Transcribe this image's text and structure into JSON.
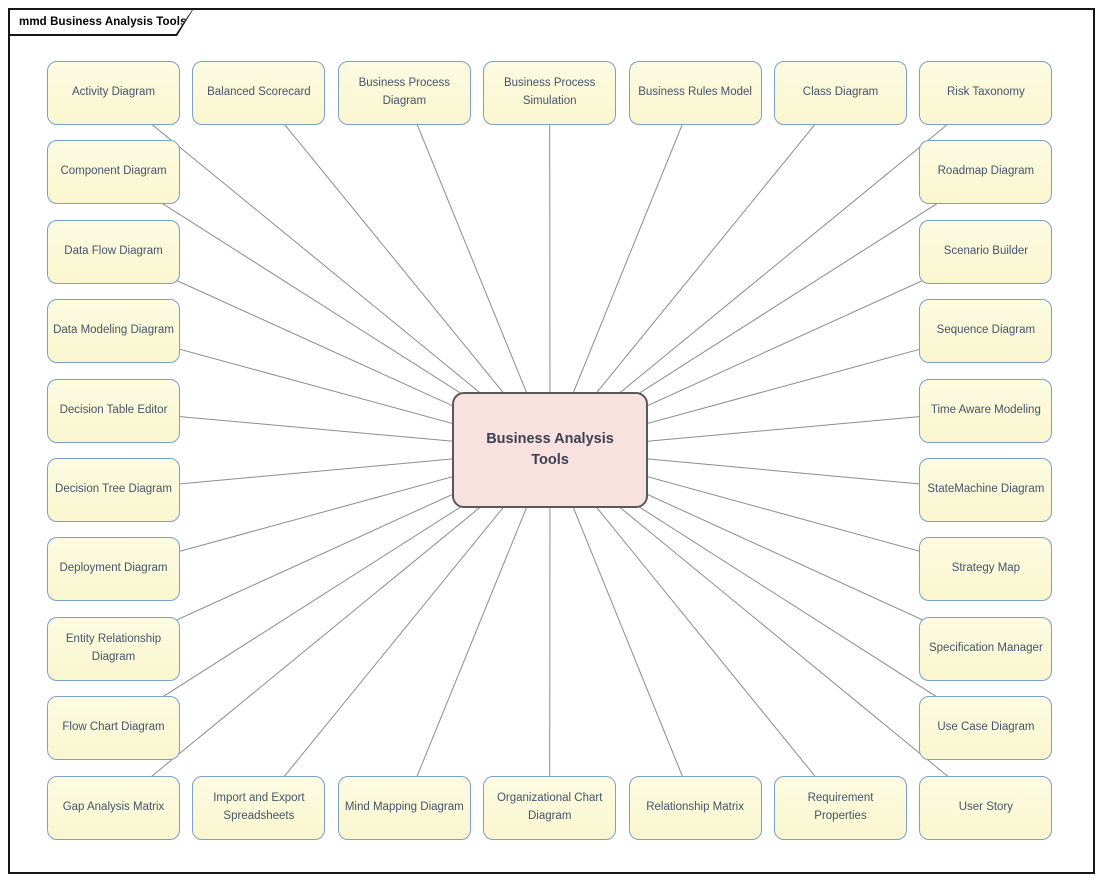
{
  "frame": {
    "label": "mmd Business Analysis Tools"
  },
  "center": {
    "label": "Business Analysis Tools",
    "fill": "#F9E1DF",
    "border": "#595959",
    "text_color": "#3A4252"
  },
  "colors": {
    "node_fill_top": "#FDFBE2",
    "node_fill_bottom": "#FAF6CF",
    "node_border": "#7BA0CC",
    "node_text": "#44546A",
    "line": "#8C8C8C",
    "frame_border": "#161616"
  },
  "nodes": [
    {
      "label": "Activity Diagram",
      "side": "top",
      "index": 0
    },
    {
      "label": "Balanced Scorecard",
      "side": "top",
      "index": 1
    },
    {
      "label": "Business Process Diagram",
      "side": "top",
      "index": 2
    },
    {
      "label": "Business Process Simulation",
      "side": "top",
      "index": 3
    },
    {
      "label": "Business Rules Model",
      "side": "top",
      "index": 4
    },
    {
      "label": "Class Diagram",
      "side": "top",
      "index": 5
    },
    {
      "label": "Risk Taxonomy",
      "side": "top",
      "index": 6
    },
    {
      "label": "Component Diagram",
      "side": "left",
      "index": 0
    },
    {
      "label": "Data Flow Diagram",
      "side": "left",
      "index": 1
    },
    {
      "label": "Data Modeling Diagram",
      "side": "left",
      "index": 2
    },
    {
      "label": "Decision Table Editor",
      "side": "left",
      "index": 3
    },
    {
      "label": "Decision Tree Diagram",
      "side": "left",
      "index": 4
    },
    {
      "label": "Deployment Diagram",
      "side": "left",
      "index": 5
    },
    {
      "label": "Entity Relationship Diagram",
      "side": "left",
      "index": 6
    },
    {
      "label": "Flow Chart Diagram",
      "side": "left",
      "index": 7
    },
    {
      "label": "Gap Analysis Matrix",
      "side": "left",
      "index": 8
    },
    {
      "label": "Roadmap Diagram",
      "side": "right",
      "index": 0
    },
    {
      "label": "Scenario Builder",
      "side": "right",
      "index": 1
    },
    {
      "label": "Sequence Diagram",
      "side": "right",
      "index": 2
    },
    {
      "label": "Time Aware Modeling",
      "side": "right",
      "index": 3
    },
    {
      "label": "StateMachine Diagram",
      "side": "right",
      "index": 4
    },
    {
      "label": "Strategy Map",
      "side": "right",
      "index": 5
    },
    {
      "label": "Specification Manager",
      "side": "right",
      "index": 6
    },
    {
      "label": "Use Case Diagram",
      "side": "right",
      "index": 7
    },
    {
      "label": "User Story",
      "side": "right",
      "index": 8
    },
    {
      "label": "Import and Export Spreadsheets",
      "side": "bottom",
      "index": 0
    },
    {
      "label": "Mind Mapping Diagram",
      "side": "bottom",
      "index": 1
    },
    {
      "label": "Organizational Chart Diagram",
      "side": "bottom",
      "index": 2
    },
    {
      "label": "Relationship Matrix",
      "side": "bottom",
      "index": 3
    },
    {
      "label": "Requirement Properties",
      "side": "bottom",
      "index": 4
    }
  ]
}
